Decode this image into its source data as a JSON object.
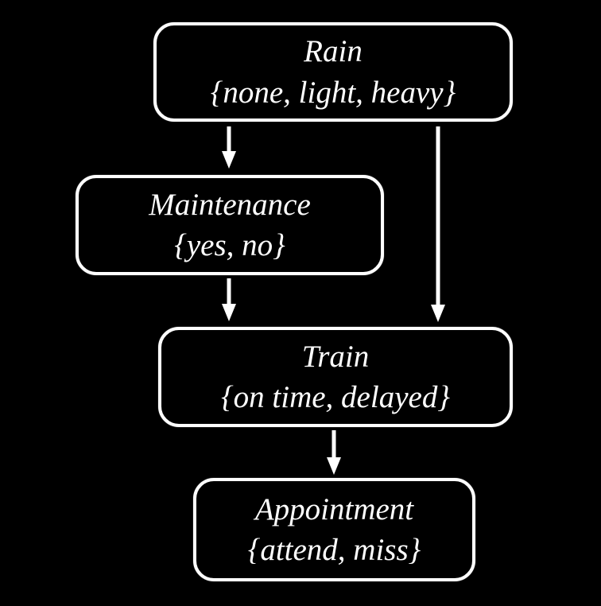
{
  "diagram": {
    "type": "bayesian-network",
    "background_color": "#000000",
    "node_border_color": "#ffffff",
    "text_color": "#ffffff",
    "arrow_color": "#ffffff",
    "nodes": {
      "rain": {
        "title": "Rain",
        "states": "{none, light, heavy}"
      },
      "maintenance": {
        "title": "Maintenance",
        "states": "{yes, no}"
      },
      "train": {
        "title": "Train",
        "states": "{on time, delayed}"
      },
      "appointment": {
        "title": "Appointment",
        "states": "{attend, miss}"
      }
    },
    "edges": [
      {
        "from": "rain",
        "to": "maintenance"
      },
      {
        "from": "rain",
        "to": "train"
      },
      {
        "from": "maintenance",
        "to": "train"
      },
      {
        "from": "train",
        "to": "appointment"
      }
    ]
  }
}
